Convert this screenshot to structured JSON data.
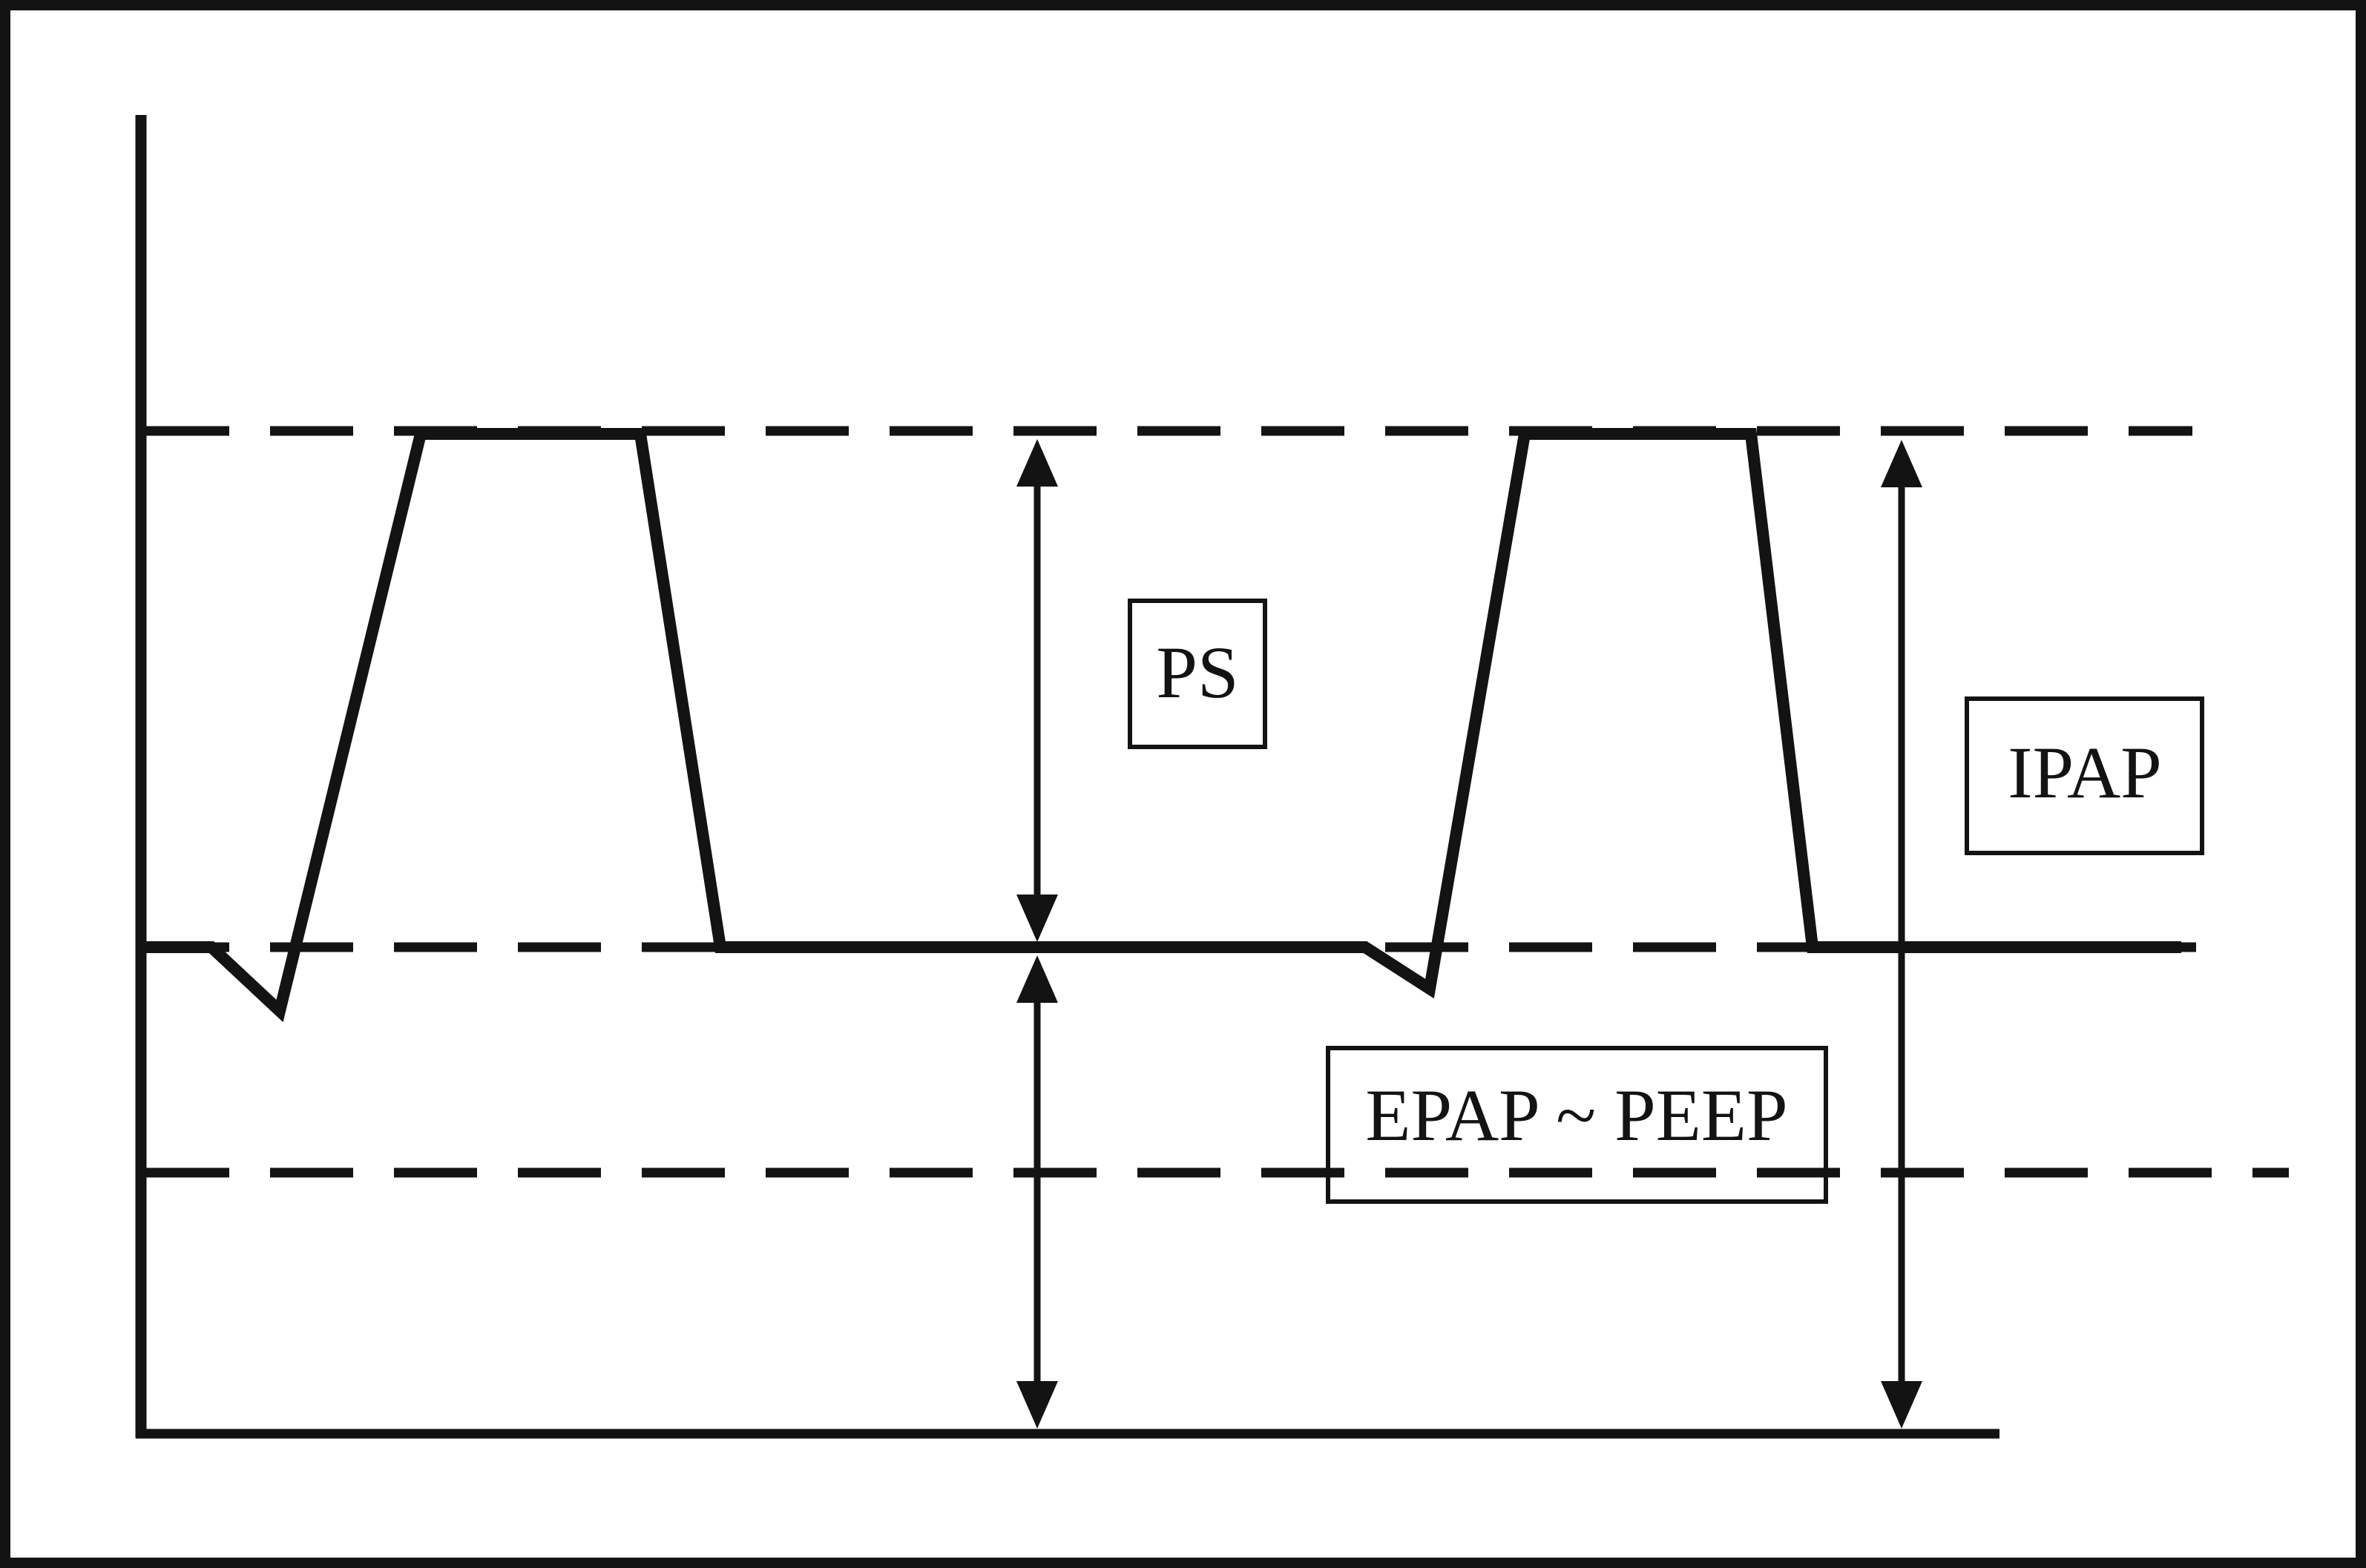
{
  "figure": {
    "background_color": "#ffffff",
    "line_color": "#131313",
    "labels": {
      "ps": "PS",
      "ipap": "IPAP",
      "epap_peep": "EPAP ~ PEEP"
    }
  },
  "chart_data": {
    "type": "line",
    "title": "",
    "xlabel": "",
    "ylabel": "",
    "legend": [],
    "grid": "off",
    "series": [
      {
        "name": "airway-pressure-waveform",
        "points": [
          [
            197,
            1277
          ],
          [
            285,
            1277
          ],
          [
            377,
            1363
          ],
          [
            567,
            585
          ],
          [
            863,
            585
          ],
          [
            971,
            1277
          ],
          [
            1840,
            1277
          ],
          [
            1927,
            1333
          ],
          [
            2055,
            585
          ],
          [
            2360,
            585
          ],
          [
            2443,
            1277
          ],
          [
            2940,
            1277
          ]
        ]
      }
    ],
    "reference_lines": {
      "ipap_level_y": 581,
      "epap_baseline_y": 1277,
      "lower_reference_y": 1581
    },
    "annotations": [
      "PS",
      "IPAP",
      "EPAP ~ PEEP"
    ]
  }
}
